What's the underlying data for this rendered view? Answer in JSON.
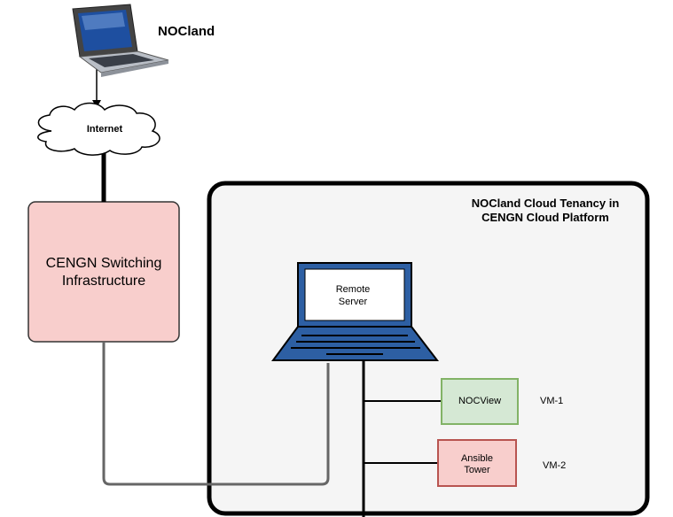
{
  "labels": {
    "nocland": "NOCland",
    "internet": "Internet",
    "tenancy_line1": "NOCland Cloud Tenancy in",
    "tenancy_line2": "CENGN Cloud Platform",
    "cengn_line1": "CENGN Switching",
    "cengn_line2": "Infrastructure",
    "remote_line1": "Remote",
    "remote_line2": "Server",
    "nocview": "NOCView",
    "ansible_line1": "Ansible",
    "ansible_line2": "Tower",
    "vm1": "VM-1",
    "vm2": "VM-2"
  },
  "colors": {
    "cengn_fill": "#f8cecc",
    "nocview_fill": "#d5e8d4",
    "nocview_border": "#82b366",
    "ansible_fill": "#f8cecc",
    "ansible_border": "#b85450",
    "tenancy_fill": "#f5f5f5",
    "laptop_blue": "#2d5fa3",
    "link_gray": "#666666"
  },
  "icons": {
    "client": "laptop-icon",
    "internet": "cloud-icon",
    "remote": "laptop-icon"
  }
}
